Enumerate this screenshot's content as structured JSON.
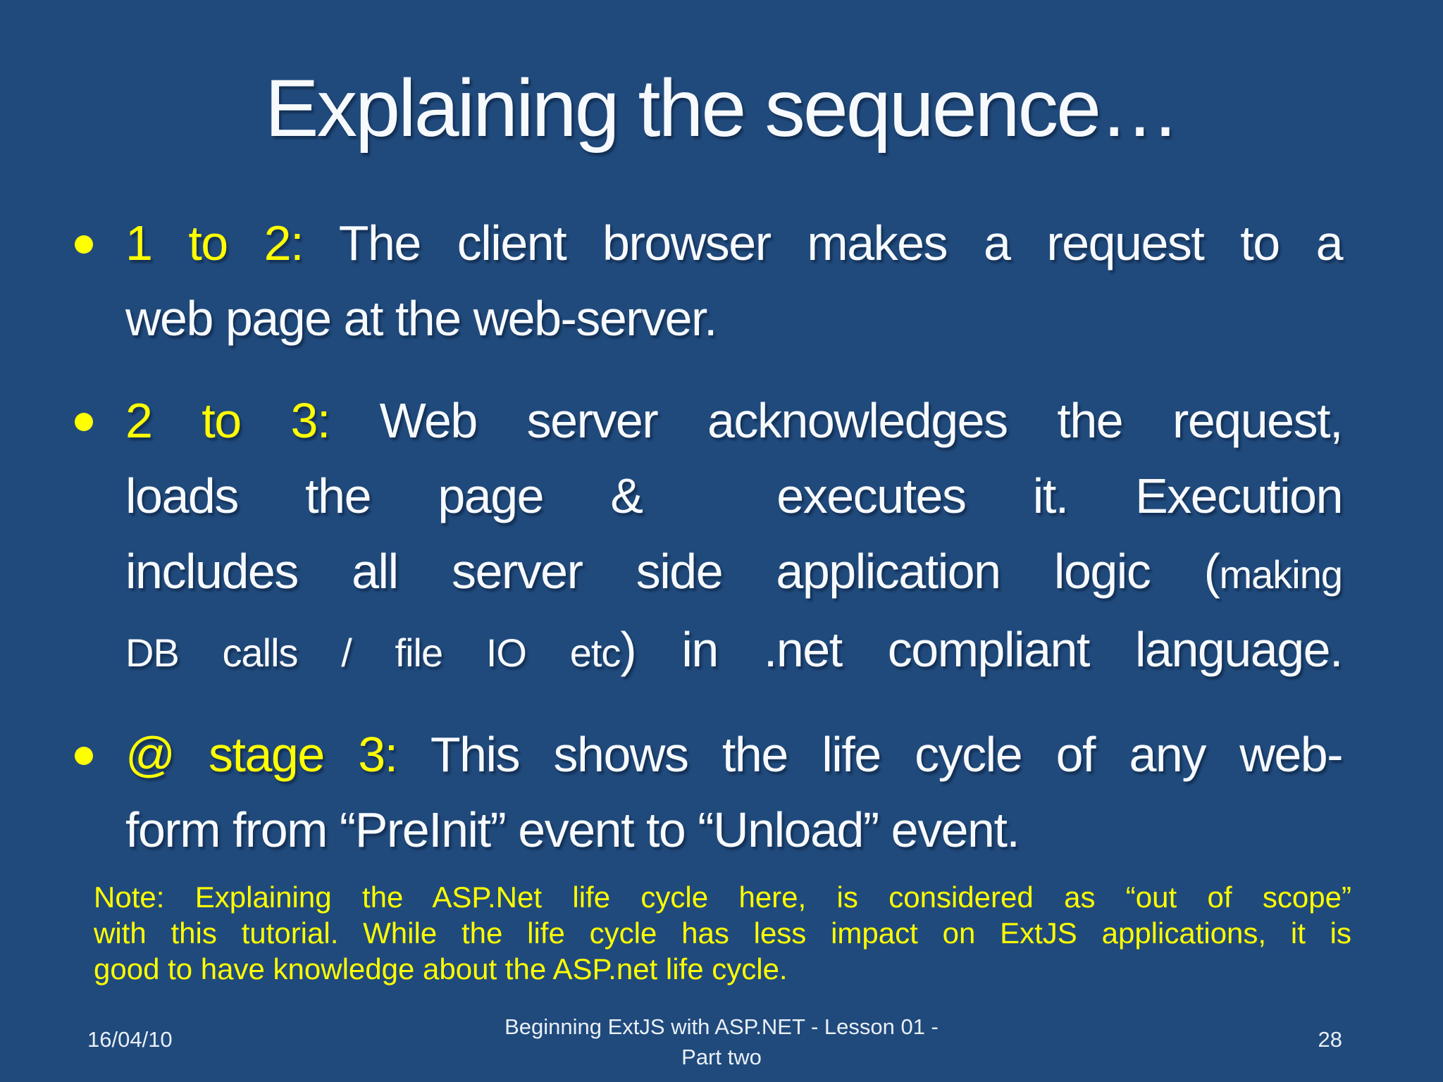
{
  "colors": {
    "background": "#204A7C",
    "text": "#FFFFFF",
    "accent_yellow": "#FFFF00"
  },
  "title": "Explaining the sequence…",
  "bullets": {
    "b1": {
      "lead": "1 to 2:",
      "line1": "The client browser makes a request to a",
      "line2": "web page at the web-server."
    },
    "b2": {
      "lead": "2 to 3:",
      "line1": "Web server acknowledges the request,",
      "line2": "loads the page &  executes it. Execution",
      "line3_main": "includes all server side application logic (",
      "line3_small": "making",
      "line4_small": "DB calls / file IO etc",
      "line4_main": ") in .net compliant language."
    },
    "b3": {
      "lead": "@ stage 3:",
      "line1": "This shows the life cycle of any web-",
      "line2": "form from “PreInit” event to “Unload” event."
    }
  },
  "note": {
    "line1": "Note: Explaining the ASP.Net life cycle here, is considered as “out of scope”",
    "line2": "with this tutorial. While the life cycle has less impact on ExtJS applications, it is",
    "line3": "good to have knowledge about the ASP.net life cycle."
  },
  "footer": {
    "date": "16/04/10",
    "lesson_line1": "Beginning ExtJS with ASP.NET - Lesson 01 -",
    "lesson_line2": "Part two",
    "page_number": "28"
  }
}
